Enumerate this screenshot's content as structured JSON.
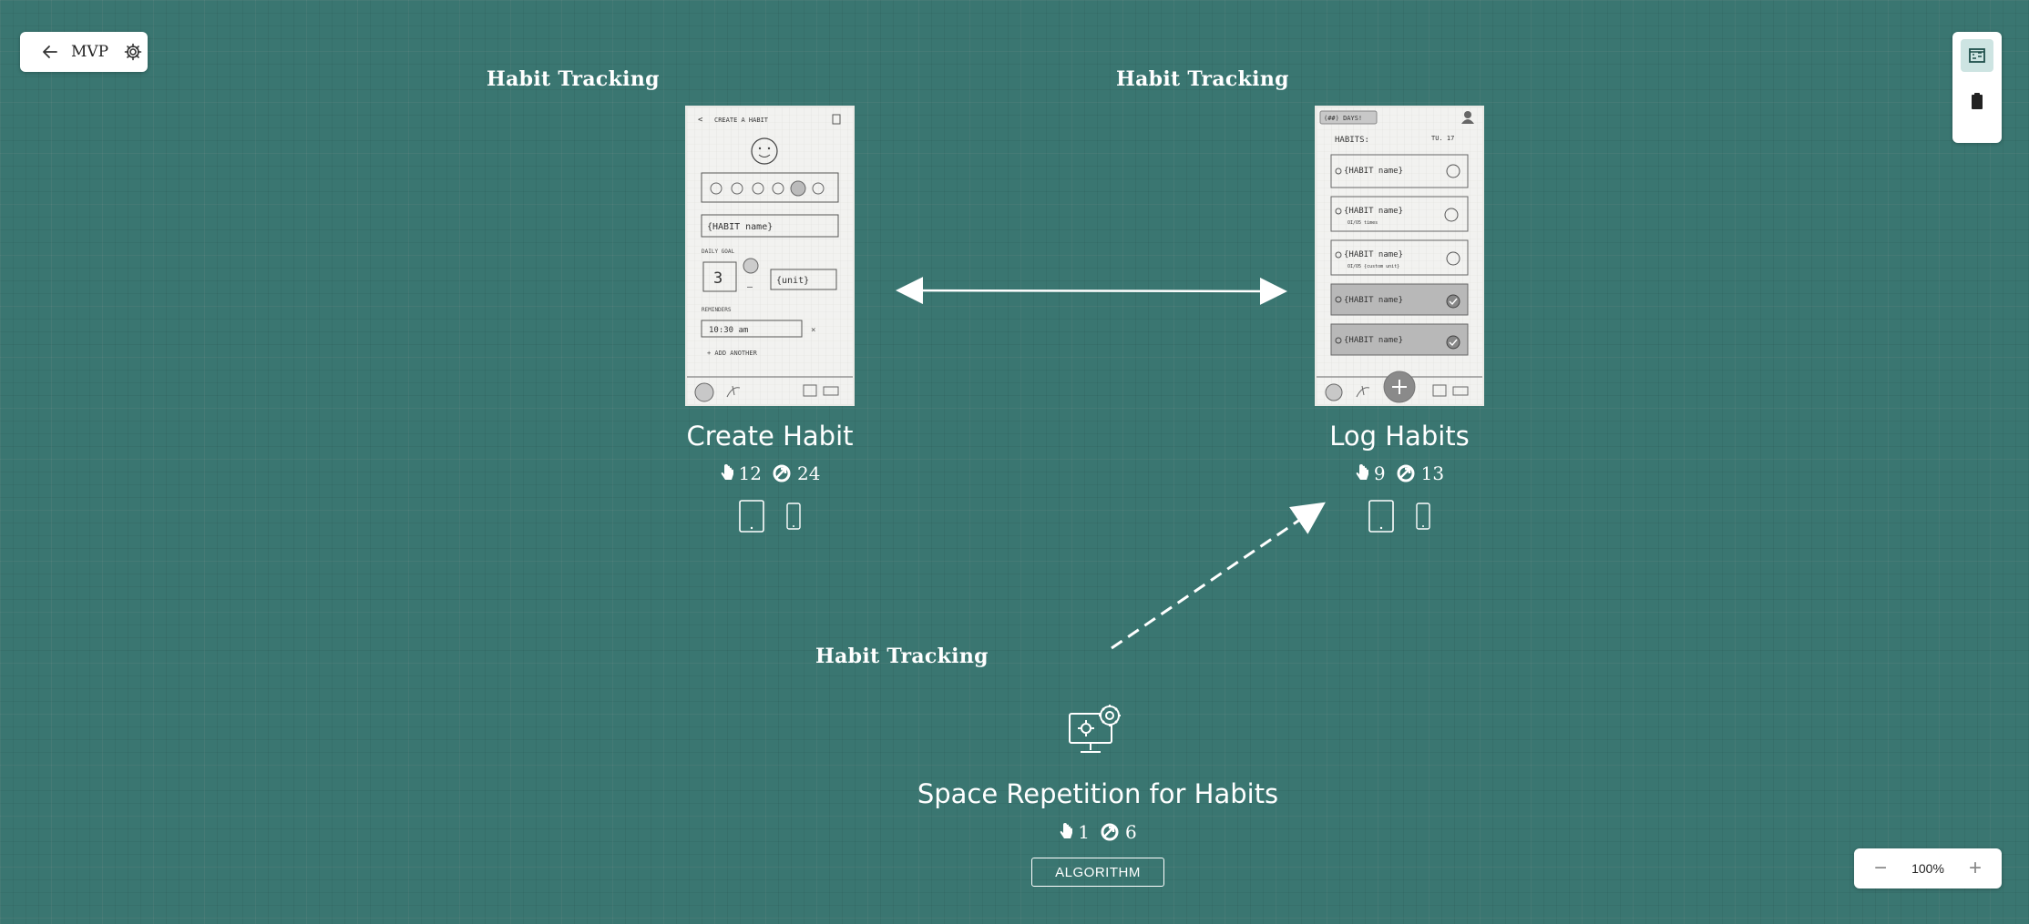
{
  "toolbar": {
    "back_icon": "arrow-left-icon",
    "project_name": "MVP",
    "settings_icon": "gear-icon"
  },
  "right_toolbar": {
    "items": [
      {
        "icon": "flowchart-icon",
        "active": true
      },
      {
        "icon": "clipboard-icon",
        "active": false
      }
    ]
  },
  "zoom": {
    "minus": "−",
    "value": "100%",
    "plus": "+"
  },
  "sections": [
    {
      "label": "Habit Tracking"
    },
    {
      "label": "Habit Tracking"
    },
    {
      "label": "Habit Tracking"
    }
  ],
  "screens": {
    "create_habit": {
      "title": "Create Habit",
      "interactions": "12",
      "flows": "24",
      "wireframe": {
        "header": "CREATE A HABIT",
        "name_field": "{HABIT name}",
        "goal_label": "DAILY GOAL",
        "goal_value": "3",
        "unit_field": "{unit}",
        "reminder_label": "REMINDERS",
        "reminder_time": "10:30 am",
        "add_another": "+ ADD ANOTHER"
      }
    },
    "log_habits": {
      "title": "Log Habits",
      "interactions": "9",
      "flows": "13",
      "wireframe": {
        "badge": "(##) DAYS!",
        "habits_label": "HABITS:",
        "date_label": "TU. 17",
        "rows": [
          {
            "name": "{HABIT name}",
            "sub": "",
            "done": false
          },
          {
            "name": "{HABIT name}",
            "sub": "OI/O5 times",
            "done": false
          },
          {
            "name": "{HABIT name}",
            "sub": "OI/O5 {custom unit}",
            "done": false
          },
          {
            "name": "{HABIT name}",
            "sub": "",
            "done": true
          },
          {
            "name": "{HABIT name}",
            "sub": "",
            "done": true
          }
        ]
      }
    },
    "algorithm": {
      "title": "Space Repetition for Habits",
      "interactions": "1",
      "flows": "6",
      "badge": "ALGORITHM"
    }
  },
  "colors": {
    "canvas": "#3a7671",
    "panel": "#ffffff",
    "active_tool": "#cde4e2"
  }
}
